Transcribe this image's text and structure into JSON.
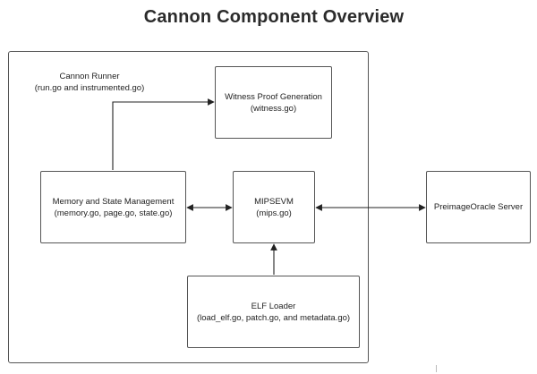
{
  "title": "Cannon Component Overview",
  "container": {
    "label_line1": "Cannon Runner",
    "label_line2": "(run.go and instrumented.go)"
  },
  "nodes": {
    "witness": {
      "line1": "Witness Proof Generation",
      "line2": "(witness.go)"
    },
    "memory": {
      "line1": "Memory and State Management",
      "line2": "(memory.go, page.go, state.go)"
    },
    "mipsevm": {
      "line1": "MIPSEVM",
      "line2": "(mips.go)"
    },
    "preimage": {
      "line1": "PreimageOracle Server",
      "line2": ""
    },
    "elf": {
      "line1": "ELF Loader",
      "line2": "(load_elf.go, patch.go, and metadata.go)"
    }
  },
  "colors": {
    "border": "#555555",
    "arrow": "#222222",
    "title": "#2b2b2b"
  }
}
